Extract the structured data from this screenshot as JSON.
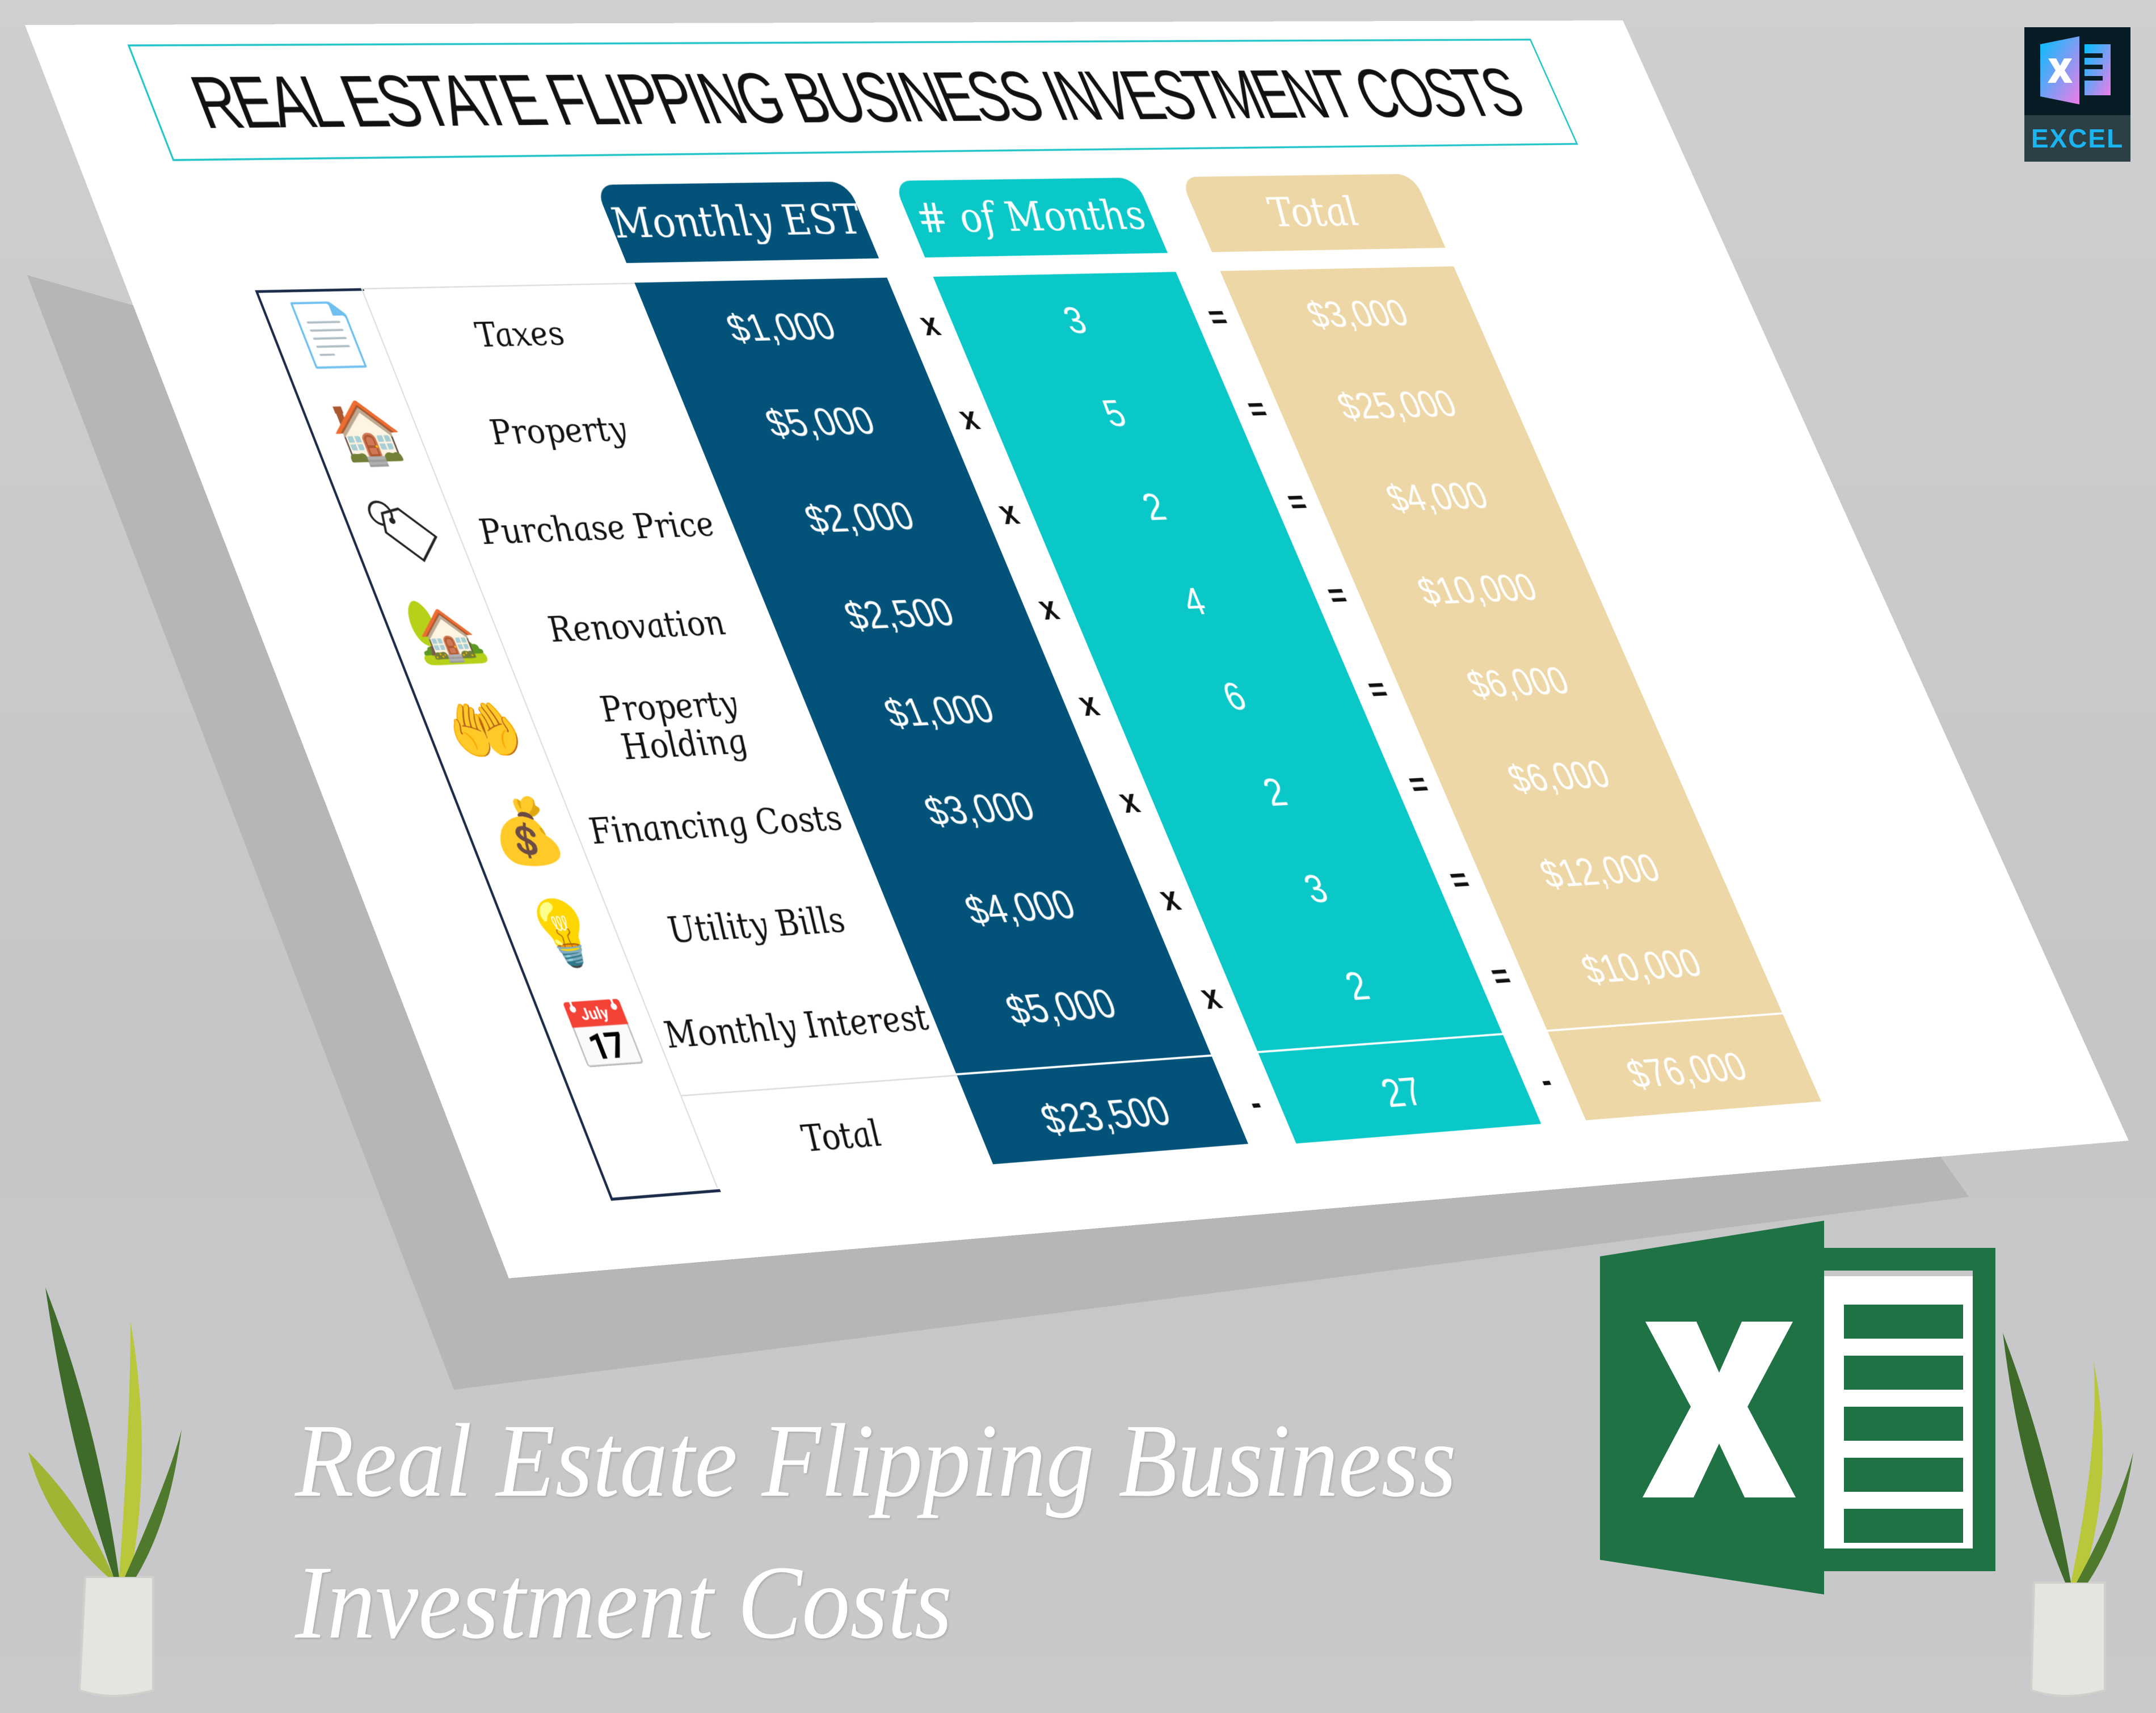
{
  "title": "REAL ESTATE FLIPPING BUSINESS INVESTMENT COSTS",
  "headers": {
    "monthly": "Monthly EST",
    "months": "# of Months",
    "total": "Total"
  },
  "rows": [
    {
      "label": "Taxes",
      "icon": "tax-document-icon",
      "monthly": "$1,000",
      "months": "3",
      "total": "$3,000"
    },
    {
      "label": "Property",
      "icon": "property-search-icon",
      "monthly": "$5,000",
      "months": "5",
      "total": "$25,000"
    },
    {
      "label": "Purchase Price",
      "icon": "price-tag-icon",
      "monthly": "$2,000",
      "months": "2",
      "total": "$4,000"
    },
    {
      "label": "Renovation",
      "icon": "house-renovation-icon",
      "monthly": "$2,500",
      "months": "4",
      "total": "$10,000"
    },
    {
      "label": "Property Holding",
      "icon": "hand-holding-house-icon",
      "monthly": "$1,000",
      "months": "6",
      "total": "$6,000"
    },
    {
      "label": "Financing Costs",
      "icon": "money-bag-calculator-icon",
      "monthly": "$3,000",
      "months": "2",
      "total": "$6,000"
    },
    {
      "label": "Utility Bills",
      "icon": "utilities-icon",
      "monthly": "$4,000",
      "months": "3",
      "total": "$12,000"
    },
    {
      "label": "Monthly Interest",
      "icon": "calendar-money-icon",
      "monthly": "$5,000",
      "months": "2",
      "total": "$10,000"
    }
  ],
  "total_row": {
    "label": "Total",
    "monthly": "$23,500",
    "months": "27",
    "total": "$76,000"
  },
  "operators": {
    "times": "x",
    "equals": "=",
    "dash": "-"
  },
  "bottom_title": {
    "line1": "Real Estate Flipping Business",
    "line2": "Investment Costs"
  },
  "badge": {
    "label": "EXCEL"
  },
  "colors": {
    "navy": "#03527a",
    "teal": "#0bc8c8",
    "tan": "#edd7a6",
    "background": "#c9c9cb",
    "excel_green": "#1f7244"
  }
}
